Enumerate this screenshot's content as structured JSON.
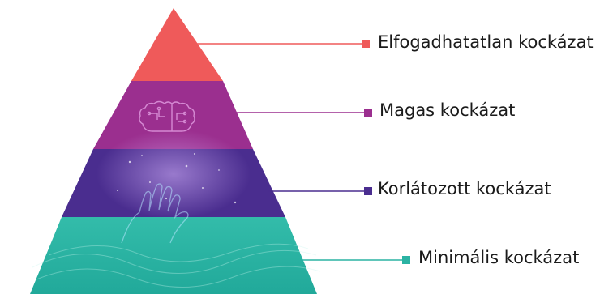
{
  "tiers": [
    {
      "label": "Elfogadhatatlan kockázat",
      "color": "#ef5a5a"
    },
    {
      "label": "Magas kockázat",
      "color": "#9b2f8f"
    },
    {
      "label": "Korlátozott kockázat",
      "color": "#4a2d8f"
    },
    {
      "label": "Minimális kockázat",
      "color": "#2bb3a3"
    }
  ]
}
